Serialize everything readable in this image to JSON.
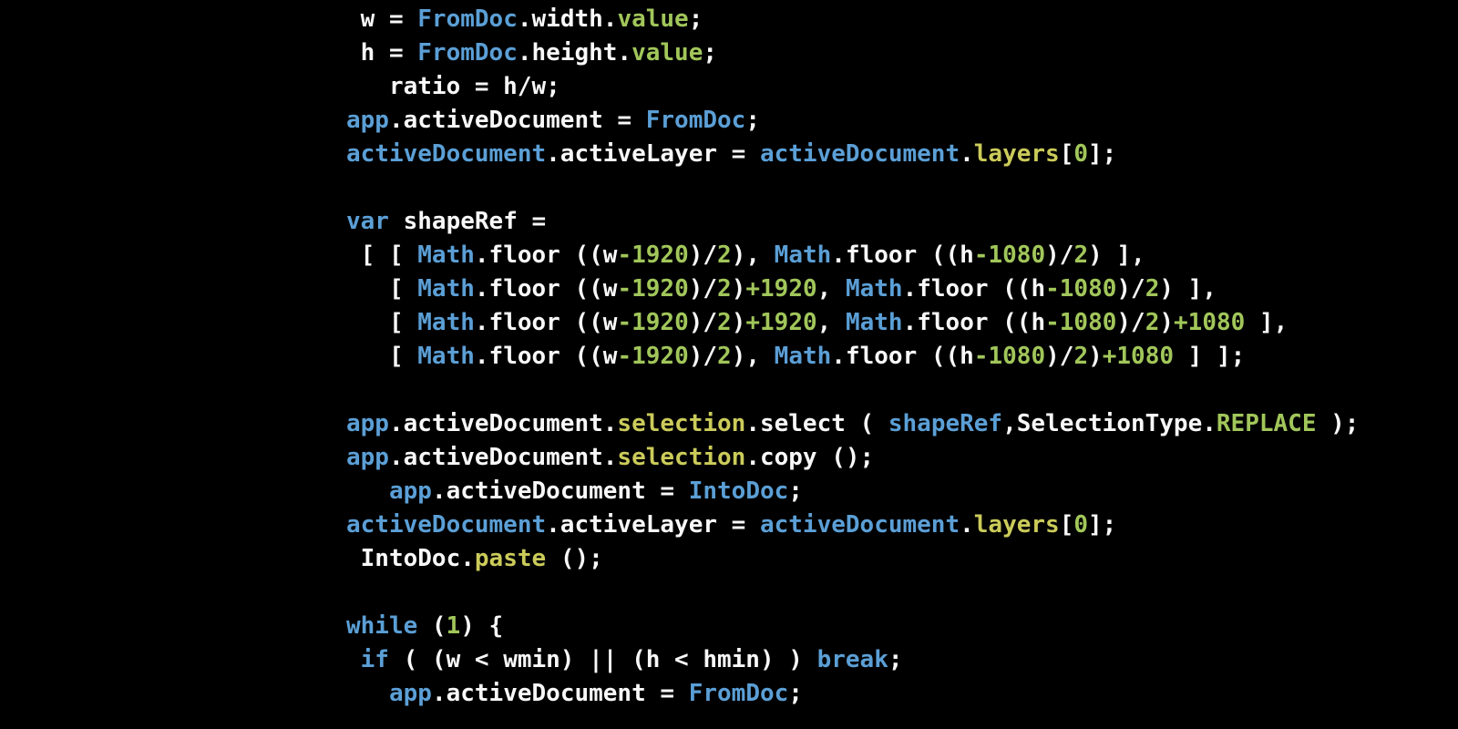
{
  "colors": {
    "background": "#000000",
    "plain": "#f8f8f8",
    "blue": "#5b9fd6",
    "green": "#a1c65a",
    "yellow": "#cbcb5a"
  },
  "code": {
    "lines": [
      {
        "tokens": [
          {
            "t": " w = ",
            "c": "plain"
          },
          {
            "t": "FromDoc",
            "c": "blue"
          },
          {
            "t": ".width.",
            "c": "plain"
          },
          {
            "t": "value",
            "c": "green"
          },
          {
            "t": ";",
            "c": "plain"
          }
        ]
      },
      {
        "tokens": [
          {
            "t": " h = ",
            "c": "plain"
          },
          {
            "t": "FromDoc",
            "c": "blue"
          },
          {
            "t": ".height.",
            "c": "plain"
          },
          {
            "t": "value",
            "c": "green"
          },
          {
            "t": ";",
            "c": "plain"
          }
        ]
      },
      {
        "tokens": [
          {
            "t": "   ratio = h/w;",
            "c": "plain"
          }
        ]
      },
      {
        "tokens": [
          {
            "t": "app",
            "c": "blue"
          },
          {
            "t": ".activeDocument = ",
            "c": "plain"
          },
          {
            "t": "FromDoc",
            "c": "blue"
          },
          {
            "t": ";",
            "c": "plain"
          }
        ]
      },
      {
        "tokens": [
          {
            "t": "activeDocument",
            "c": "blue"
          },
          {
            "t": ".activeLayer = ",
            "c": "plain"
          },
          {
            "t": "activeDocument",
            "c": "blue"
          },
          {
            "t": ".",
            "c": "plain"
          },
          {
            "t": "layers",
            "c": "yellow"
          },
          {
            "t": "[",
            "c": "plain"
          },
          {
            "t": "0",
            "c": "green"
          },
          {
            "t": "];",
            "c": "plain"
          }
        ]
      },
      {
        "tokens": []
      },
      {
        "tokens": [
          {
            "t": "var",
            "c": "blue"
          },
          {
            "t": " shapeRef =",
            "c": "plain"
          }
        ]
      },
      {
        "tokens": [
          {
            "t": " [ [ ",
            "c": "plain"
          },
          {
            "t": "Math",
            "c": "blue"
          },
          {
            "t": ".floor ((w",
            "c": "plain"
          },
          {
            "t": "-1920",
            "c": "green"
          },
          {
            "t": ")/",
            "c": "plain"
          },
          {
            "t": "2",
            "c": "green"
          },
          {
            "t": "), ",
            "c": "plain"
          },
          {
            "t": "Math",
            "c": "blue"
          },
          {
            "t": ".floor ((h",
            "c": "plain"
          },
          {
            "t": "-1080",
            "c": "green"
          },
          {
            "t": ")/",
            "c": "plain"
          },
          {
            "t": "2",
            "c": "green"
          },
          {
            "t": ") ],",
            "c": "plain"
          }
        ]
      },
      {
        "tokens": [
          {
            "t": "   [ ",
            "c": "plain"
          },
          {
            "t": "Math",
            "c": "blue"
          },
          {
            "t": ".floor ((w",
            "c": "plain"
          },
          {
            "t": "-1920",
            "c": "green"
          },
          {
            "t": ")/",
            "c": "plain"
          },
          {
            "t": "2",
            "c": "green"
          },
          {
            "t": ")",
            "c": "plain"
          },
          {
            "t": "+1920",
            "c": "green"
          },
          {
            "t": ", ",
            "c": "plain"
          },
          {
            "t": "Math",
            "c": "blue"
          },
          {
            "t": ".floor ((h",
            "c": "plain"
          },
          {
            "t": "-1080",
            "c": "green"
          },
          {
            "t": ")/",
            "c": "plain"
          },
          {
            "t": "2",
            "c": "green"
          },
          {
            "t": ") ],",
            "c": "plain"
          }
        ]
      },
      {
        "tokens": [
          {
            "t": "   [ ",
            "c": "plain"
          },
          {
            "t": "Math",
            "c": "blue"
          },
          {
            "t": ".floor ((w",
            "c": "plain"
          },
          {
            "t": "-1920",
            "c": "green"
          },
          {
            "t": ")/",
            "c": "plain"
          },
          {
            "t": "2",
            "c": "green"
          },
          {
            "t": ")",
            "c": "plain"
          },
          {
            "t": "+1920",
            "c": "green"
          },
          {
            "t": ", ",
            "c": "plain"
          },
          {
            "t": "Math",
            "c": "blue"
          },
          {
            "t": ".floor ((h",
            "c": "plain"
          },
          {
            "t": "-1080",
            "c": "green"
          },
          {
            "t": ")/",
            "c": "plain"
          },
          {
            "t": "2",
            "c": "green"
          },
          {
            "t": ")",
            "c": "plain"
          },
          {
            "t": "+1080",
            "c": "green"
          },
          {
            "t": " ],",
            "c": "plain"
          }
        ]
      },
      {
        "tokens": [
          {
            "t": "   [ ",
            "c": "plain"
          },
          {
            "t": "Math",
            "c": "blue"
          },
          {
            "t": ".floor ((w",
            "c": "plain"
          },
          {
            "t": "-1920",
            "c": "green"
          },
          {
            "t": ")/",
            "c": "plain"
          },
          {
            "t": "2",
            "c": "green"
          },
          {
            "t": "), ",
            "c": "plain"
          },
          {
            "t": "Math",
            "c": "blue"
          },
          {
            "t": ".floor ((h",
            "c": "plain"
          },
          {
            "t": "-1080",
            "c": "green"
          },
          {
            "t": ")/",
            "c": "plain"
          },
          {
            "t": "2",
            "c": "green"
          },
          {
            "t": ")",
            "c": "plain"
          },
          {
            "t": "+1080",
            "c": "green"
          },
          {
            "t": " ] ];",
            "c": "plain"
          }
        ]
      },
      {
        "tokens": []
      },
      {
        "tokens": [
          {
            "t": "app",
            "c": "blue"
          },
          {
            "t": ".activeDocument.",
            "c": "plain"
          },
          {
            "t": "selection",
            "c": "yellow"
          },
          {
            "t": ".select ( ",
            "c": "plain"
          },
          {
            "t": "shapeRef",
            "c": "blue"
          },
          {
            "t": ",SelectionType.",
            "c": "plain"
          },
          {
            "t": "REPLACE",
            "c": "green"
          },
          {
            "t": " );",
            "c": "plain"
          }
        ]
      },
      {
        "tokens": [
          {
            "t": "app",
            "c": "blue"
          },
          {
            "t": ".activeDocument.",
            "c": "plain"
          },
          {
            "t": "selection",
            "c": "yellow"
          },
          {
            "t": ".copy ();",
            "c": "plain"
          }
        ]
      },
      {
        "tokens": [
          {
            "t": "   ",
            "c": "plain"
          },
          {
            "t": "app",
            "c": "blue"
          },
          {
            "t": ".activeDocument = ",
            "c": "plain"
          },
          {
            "t": "IntoDoc",
            "c": "blue"
          },
          {
            "t": ";",
            "c": "plain"
          }
        ]
      },
      {
        "tokens": [
          {
            "t": "activeDocument",
            "c": "blue"
          },
          {
            "t": ".activeLayer = ",
            "c": "plain"
          },
          {
            "t": "activeDocument",
            "c": "blue"
          },
          {
            "t": ".",
            "c": "plain"
          },
          {
            "t": "layers",
            "c": "yellow"
          },
          {
            "t": "[",
            "c": "plain"
          },
          {
            "t": "0",
            "c": "green"
          },
          {
            "t": "];",
            "c": "plain"
          }
        ]
      },
      {
        "tokens": [
          {
            "t": " IntoDoc.",
            "c": "plain"
          },
          {
            "t": "paste",
            "c": "yellow"
          },
          {
            "t": " ();",
            "c": "plain"
          }
        ]
      },
      {
        "tokens": []
      },
      {
        "tokens": [
          {
            "t": "while",
            "c": "blue"
          },
          {
            "t": " (",
            "c": "plain"
          },
          {
            "t": "1",
            "c": "green"
          },
          {
            "t": ") {",
            "c": "plain"
          }
        ]
      },
      {
        "tokens": [
          {
            "t": " ",
            "c": "plain"
          },
          {
            "t": "if",
            "c": "blue"
          },
          {
            "t": " ( (w < wmin) || (h < hmin) ) ",
            "c": "plain"
          },
          {
            "t": "break",
            "c": "blue"
          },
          {
            "t": ";",
            "c": "plain"
          }
        ]
      },
      {
        "tokens": [
          {
            "t": "   ",
            "c": "plain"
          },
          {
            "t": "app",
            "c": "blue"
          },
          {
            "t": ".activeDocument = ",
            "c": "plain"
          },
          {
            "t": "FromDoc",
            "c": "blue"
          },
          {
            "t": ";",
            "c": "plain"
          }
        ]
      }
    ]
  }
}
